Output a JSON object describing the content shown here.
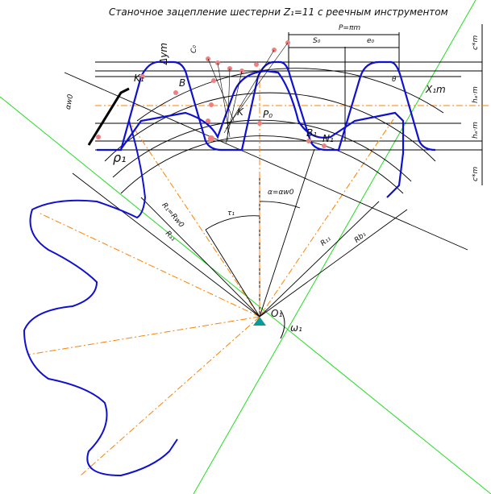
{
  "title": "Станочное зацепление шестерни Z₁=11 с реечным инструментом",
  "labels": {
    "pitch": "P=πm",
    "s0": "S₀",
    "e0": "e₀",
    "c_top": "c*m",
    "ha_top": "hₐ·m",
    "ha_bottom": "hₐ·m",
    "c_bottom": "c*m",
    "shift": "X₁m",
    "delta_y": "Δym",
    "c0": "C₀",
    "alpha_w0": "αw0",
    "K1": "K₁",
    "B": "B",
    "K": "K",
    "P0": "P₀",
    "B1": "B₁",
    "N1": "N₁",
    "rho1": "ρ₁",
    "alpha_eq": "α=αw0",
    "tau1": "τ₁",
    "Rf": "R₁=Rw0",
    "Ra1": "Rₐ₁",
    "R11": "R₁₁",
    "Rb1": "Rb₁",
    "O1": "O₁",
    "omega1": "ω₁",
    "theta": "θ"
  },
  "colors": {
    "profile": "#1010d0",
    "axis": "#ff8000",
    "line_green": "#22dd22",
    "points": "#f08080"
  }
}
